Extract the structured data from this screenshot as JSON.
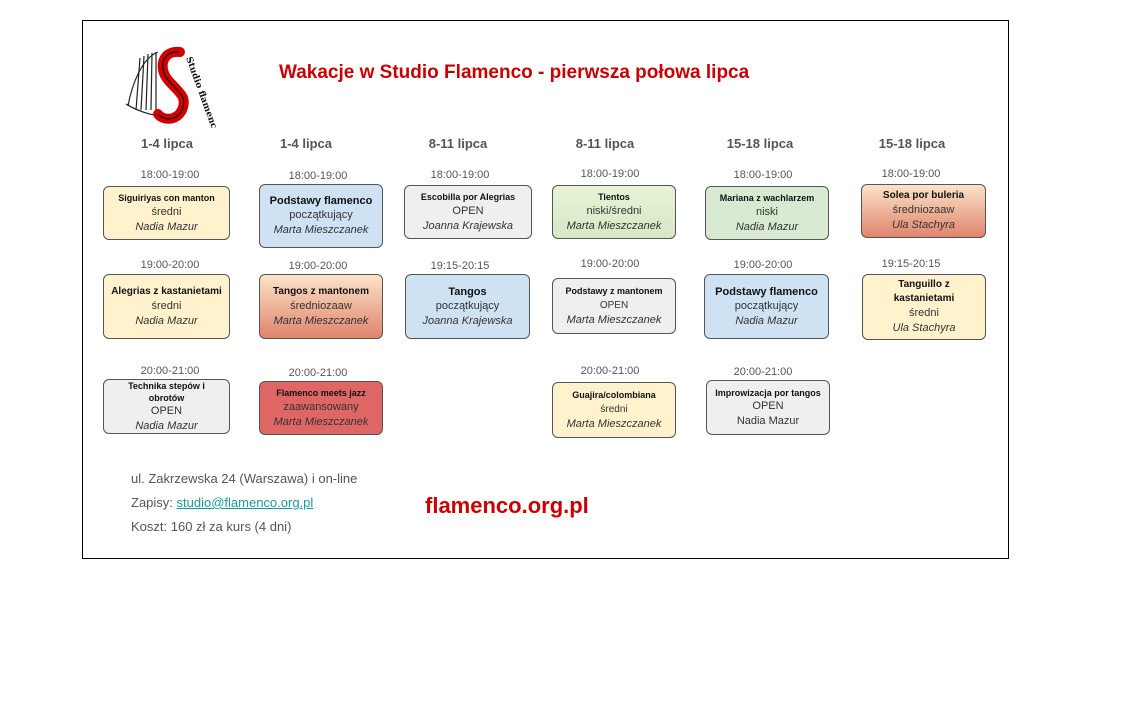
{
  "header": {
    "title": "Wakacje w Studio Flamenco - pierwsza połowa lipca",
    "logo_text": "Studio flamenco"
  },
  "columns": [
    {
      "label": "1-4 lipca"
    },
    {
      "label": "1-4 lipca"
    },
    {
      "label": "8-11 lipca"
    },
    {
      "label": "8-11 lipca"
    },
    {
      "label": "15-18 lipca"
    },
    {
      "label": "15-18 lipca"
    }
  ],
  "slots": [
    {
      "time": "18:00-19:00",
      "name": "Siguiriyas con manton",
      "level": "średni",
      "teacher": "Nadia Mazur"
    },
    {
      "time": "18:00-19:00",
      "name": "Podstawy flamenco",
      "level": "początkujący",
      "teacher": "Marta Mieszczanek"
    },
    {
      "time": "18:00-19:00",
      "name": "Escobilla por Alegrias",
      "level": "OPEN",
      "teacher": "Joanna Krajewska"
    },
    {
      "time": "18:00-19:00",
      "name": "Tientos",
      "level": "niski/średni",
      "teacher": "Marta Mieszczanek"
    },
    {
      "time": "18:00-19:00",
      "name": "Mariana z wachlarzem",
      "level": "niski",
      "teacher": "Nadia Mazur"
    },
    {
      "time": "18:00-19:00",
      "name": "Solea por buleria",
      "level": "średniozaaw",
      "teacher": "Ula Stachyra"
    },
    {
      "time": "19:00-20:00",
      "name": "Alegrias z kastanietami",
      "level": "średni",
      "teacher": "Nadia Mazur"
    },
    {
      "time": "19:00-20:00",
      "name": "Tangos z mantonem",
      "level": "średniozaaw",
      "teacher": "Marta Mieszczanek"
    },
    {
      "time": "19:15-20:15",
      "name": "Tangos",
      "level": "początkujący",
      "teacher": "Joanna Krajewska"
    },
    {
      "time": "19:00-20:00",
      "name": "Podstawy z mantonem",
      "level": "OPEN",
      "teacher": "Marta Mieszczanek"
    },
    {
      "time": "19:00-20:00",
      "name": "Podstawy flamenco",
      "level": "początkujący",
      "teacher": "Nadia Mazur"
    },
    {
      "time": "19:15-20:15",
      "name": "Tanguillo z kastanietami",
      "level": "średni",
      "teacher": "Ula Stachyra"
    },
    {
      "time": "20:00-21:00",
      "name": "Technika stepów i obrotów",
      "level": "OPEN",
      "teacher": "Nadia Mazur"
    },
    {
      "time": "20:00-21:00",
      "name": "Flamenco meets jazz",
      "level": "zaawansowany",
      "teacher": "Marta Mieszczanek"
    },
    {
      "time": "20:00-21:00",
      "name": "Guajira/colombiana",
      "level": "średni",
      "teacher": "Marta Mieszczanek"
    },
    {
      "time": "20:00-21:00",
      "name": "Improwizacja por tangos",
      "level": "OPEN",
      "teacher": "Nadia Mazur"
    }
  ],
  "footer": {
    "address": "ul. Zakrzewska 24 (Warszawa) i on-line",
    "signup_label": "Zapisy: ",
    "signup_email": "studio@flamenco.org.pl",
    "cost": "Koszt: 160 zł za kurs (4 dni)",
    "site": "flamenco.org.pl"
  },
  "colors": {
    "title_red": "#cc0000",
    "yellow": "#fff2cc",
    "blue": "#cfe2f3",
    "gray": "#efefef",
    "green": "#d9ead3",
    "red": "#e06666",
    "link": "#1a9aa0"
  }
}
